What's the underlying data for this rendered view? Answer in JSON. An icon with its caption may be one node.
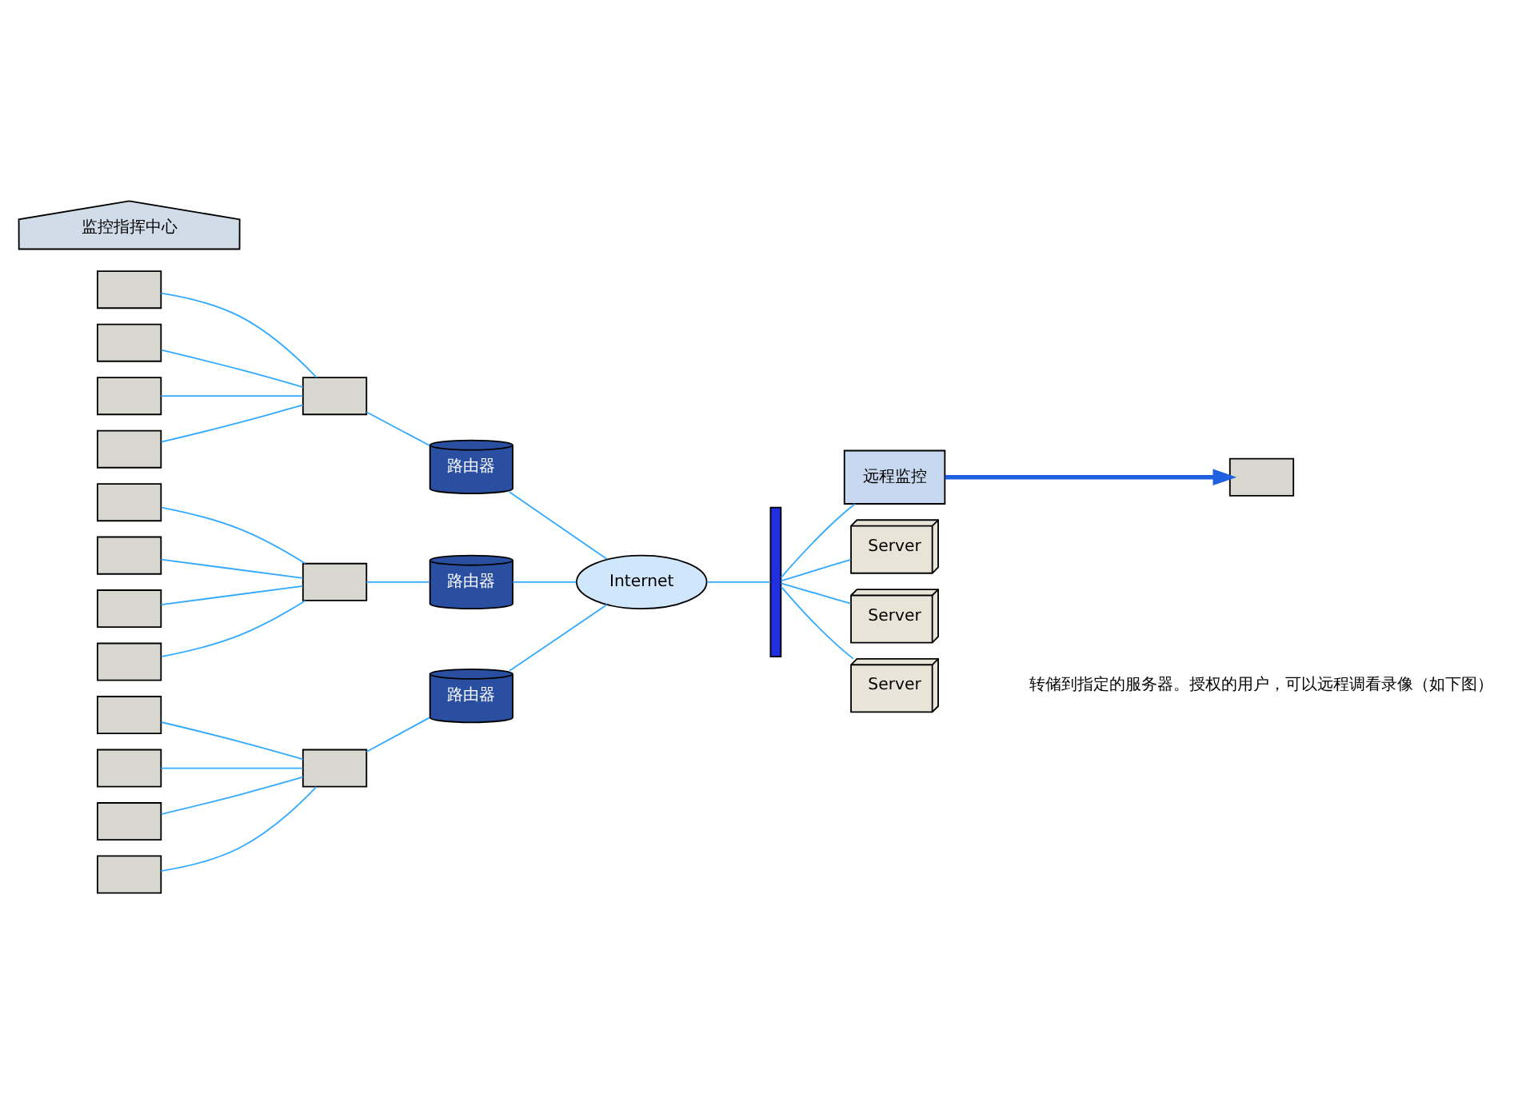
{
  "diagram": {
    "nodes": [
      {
        "text": [],
        "shape": "box"
      },
      {
        "text": [],
        "shape": "box"
      },
      {
        "text": [],
        "shape": "box"
      },
      {
        "text": [],
        "shape": "box"
      },
      {
        "text": [],
        "shape": "box"
      },
      {
        "text": [
          "路由器"
        ]
      },
      {
        "text": [],
        "shape": "box"
      },
      {
        "text": [],
        "shape": "box"
      },
      {
        "text": [],
        "shape": "box"
      },
      {
        "text": [],
        "shape": "box"
      },
      {
        "text": [],
        "shape": "box"
      },
      {
        "text": [
          "路由器"
        ]
      },
      {
        "text": [],
        "shape": "box"
      },
      {
        "text": [],
        "shape": "box"
      },
      {
        "text": [],
        "shape": "box"
      },
      {
        "text": [],
        "shape": "box"
      },
      {
        "text": [],
        "shape": "box"
      },
      {
        "text": [
          "路由器"
        ]
      },
      {
        "text": [
          "Internet"
        ]
      },
      {
        "text": [],
        "shape": "box"
      },
      {
        "text": [
          "远程监控"
        ]
      },
      {
        "text": [],
        "shape": "bar"
      },
      {
        "text": [
          "Server"
        ]
      },
      {
        "text": [
          "Server"
        ]
      },
      {
        "text": [
          "Server"
        ]
      },
      {
        "text": [
          "监控指挥中心"
        ]
      }
    ],
    "edges": [
      {
        "from": 0,
        "to": 4,
        "arrow": "none"
      },
      {
        "from": 1,
        "to": 4,
        "arrow": "none"
      },
      {
        "from": 2,
        "to": 4,
        "arrow": "none"
      },
      {
        "from": 3,
        "to": 4,
        "arrow": "none"
      },
      {
        "from": 4,
        "to": 5,
        "arrow": "none"
      },
      {
        "from": 5,
        "to": 18,
        "arrow": "none"
      },
      {
        "from": 6,
        "to": 10,
        "arrow": "none"
      },
      {
        "from": 7,
        "to": 10,
        "arrow": "none"
      },
      {
        "from": 8,
        "to": 10,
        "arrow": "none"
      },
      {
        "from": 9,
        "to": 10,
        "arrow": "none"
      },
      {
        "from": 10,
        "to": 11,
        "arrow": "none"
      },
      {
        "from": 11,
        "to": 18,
        "arrow": "none"
      },
      {
        "from": 12,
        "to": 16,
        "arrow": "none"
      },
      {
        "from": 13,
        "to": 16,
        "arrow": "none"
      },
      {
        "from": 14,
        "to": 16,
        "arrow": "none"
      },
      {
        "from": 15,
        "to": 16,
        "arrow": "none"
      },
      {
        "from": 16,
        "to": 17,
        "arrow": "none"
      },
      {
        "from": 17,
        "to": 18,
        "arrow": "none"
      },
      {
        "from": 18,
        "to": 21,
        "arrow": "none"
      },
      {
        "from": 21,
        "to": 20,
        "arrow": "none"
      },
      {
        "from": 20,
        "to": 19,
        "arrow": "to",
        "style": "thick",
        "color": "#1f5fe0"
      },
      {
        "from": 21,
        "to": 22,
        "arrow": "none"
      },
      {
        "from": 21,
        "to": 23,
        "arrow": "none"
      },
      {
        "from": 21,
        "to": 24,
        "arrow": "none"
      }
    ],
    "labels": [
      "转储到指定的服务器。授权的用户，可以远程调看录像（如下图）"
    ]
  }
}
